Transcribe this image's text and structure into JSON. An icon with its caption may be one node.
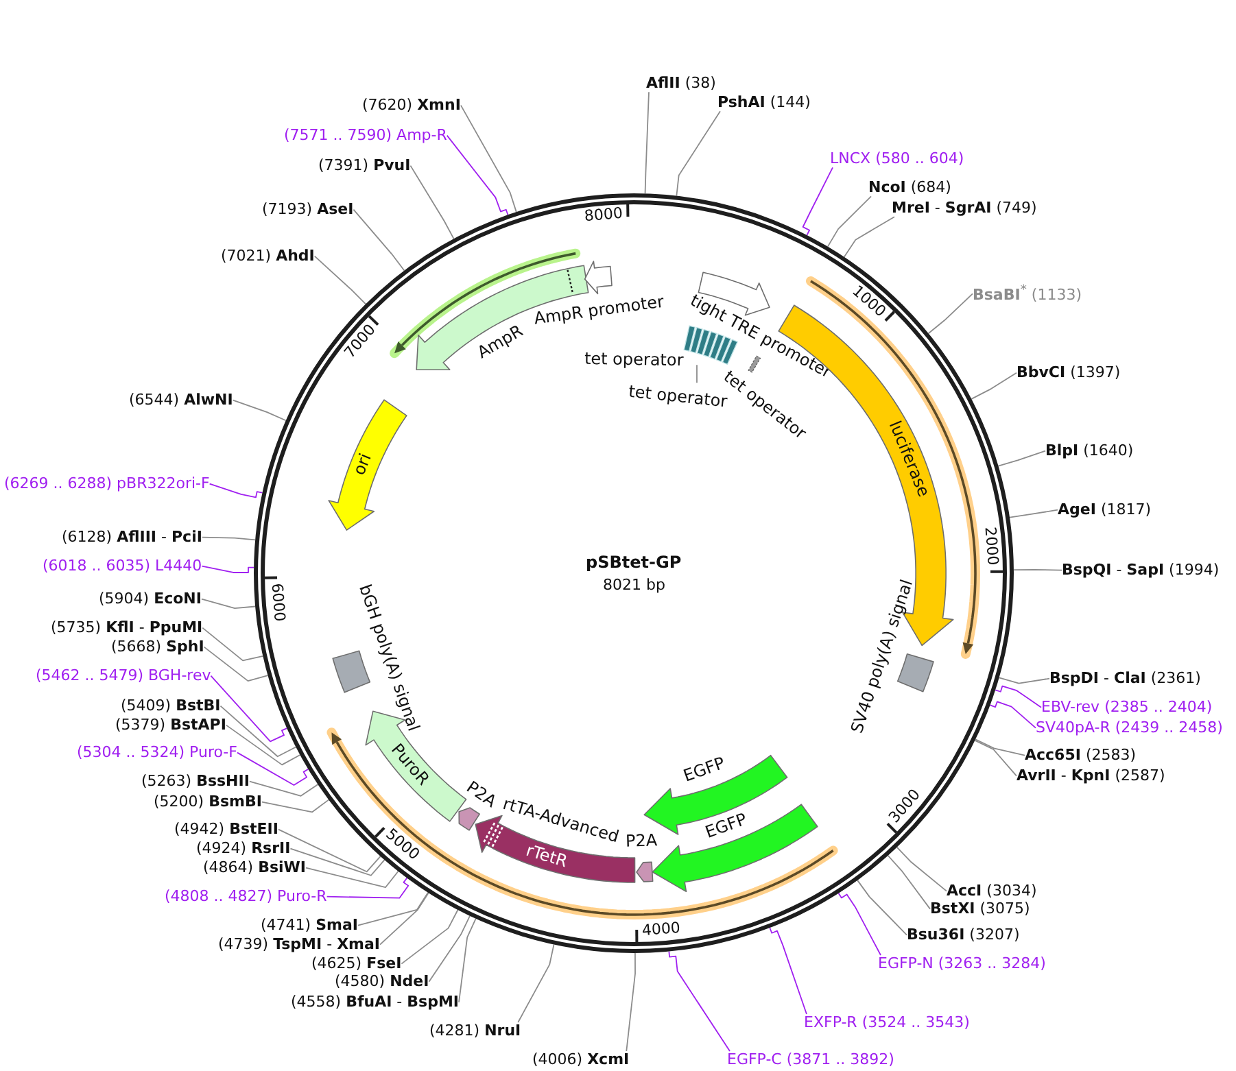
{
  "diagram": {
    "nodes": [
      {
        "text": [
          "pSBtet-GP",
          "8021 bp"
        ]
      },
      {
        "text": [
          "tight TRE promoter"
        ],
        "in": 0
      },
      {
        "text": [],
        "shape": "box",
        "in": 0
      },
      {
        "text": [
          "tet operator"
        ],
        "in": 0
      },
      {
        "text": [],
        "shape": "bar",
        "in": 0
      },
      {
        "text": [
          "luciferase"
        ],
        "in": 0
      },
      {
        "text": [
          "SV40 poly(A) signal"
        ],
        "in": 0
      },
      {
        "text": [
          "EGFP"
        ],
        "in": 0
      },
      {
        "text": [
          "EGFP"
        ],
        "in": 0
      },
      {
        "text": [
          "P2A"
        ],
        "in": 0
      },
      {
        "text": [
          "rtTA-Advanced",
          "rTetR"
        ],
        "in": 0
      },
      {
        "text": [
          "P2A"
        ],
        "in": 0
      },
      {
        "text": [
          "PuroR"
        ],
        "in": 0
      },
      {
        "text": [
          "bGH poly(A) signal"
        ],
        "in": 0
      },
      {
        "text": [
          "ori"
        ],
        "in": 0
      },
      {
        "text": [
          "AmpR"
        ],
        "in": 0
      },
      {
        "text": [
          "AmpR promoter"
        ],
        "in": 0
      },
      {
        "text": [
          "**AflII** (38)"
        ]
      },
      {
        "text": [
          "**PshAI** (144)"
        ]
      },
      {
        "text": [
          "LNCX (580 .. 604)"
        ]
      },
      {
        "text": [
          "**NcoI** (684)"
        ]
      },
      {
        "text": [
          "**MreI** - **SgrAI** (749)"
        ]
      },
      {
        "text": [
          "**BsaBI**$^{*}$ (1133)"
        ]
      },
      {
        "text": [
          "**BbvCI** (1397)"
        ]
      },
      {
        "text": [
          "**BlpI** (1640)"
        ]
      },
      {
        "text": [
          "**AgeI** (1817)"
        ]
      },
      {
        "text": [
          "**BspQI** - **SapI** (1994)"
        ]
      },
      {
        "text": [
          "**BspDI** - **ClaI** (2361)"
        ]
      },
      {
        "text": [
          "EBV-rev (2385 .. 2404)"
        ]
      },
      {
        "text": [
          "SV40pA-R (2439 .. 2458)"
        ]
      },
      {
        "text": [
          "**Acc65I** (2583)"
        ]
      },
      {
        "text": [
          "**AvrII** - **KpnI** (2587)"
        ]
      },
      {
        "text": [
          "**AccI** (3034)"
        ]
      },
      {
        "text": [
          "**BstXI** (3075)"
        ]
      },
      {
        "text": [
          "**Bsu36I** (3207)"
        ]
      },
      {
        "text": [
          "EGFP-N (3263 .. 3284)"
        ]
      },
      {
        "text": [
          "EXFP-R (3524 .. 3543)"
        ]
      },
      {
        "text": [
          "EGFP-C (3871 .. 3892)"
        ]
      },
      {
        "text": [
          "(4006) **XcmI**"
        ]
      },
      {
        "text": [
          "(4281) **NruI**"
        ]
      },
      {
        "text": [
          "(4558) **BfuAI** - **BspMI**"
        ]
      },
      {
        "text": [
          "(4580) **NdeI**"
        ]
      },
      {
        "text": [
          "(4625) **FseI**"
        ]
      },
      {
        "text": [
          "(4739) **TspMI** - **XmaI**"
        ]
      },
      {
        "text": [
          "(4741) **SmaI**"
        ]
      },
      {
        "text": [
          "(4808 .. 4827) Puro-R"
        ]
      },
      {
        "text": [
          "(4864) **BsiWI**"
        ]
      },
      {
        "text": [
          "(4924) **RsrII**"
        ]
      },
      {
        "text": [
          "(4942) **BstEII**"
        ]
      },
      {
        "text": [
          "(5200) **BsmBI**"
        ]
      },
      {
        "text": [
          "(5263) **BssHII**"
        ]
      },
      {
        "text": [
          "(5304 .. 5324) Puro-F"
        ]
      },
      {
        "text": [
          "(5379) **BstAPI**"
        ]
      },
      {
        "text": [
          "(5409) **BstBI**"
        ]
      },
      {
        "text": [
          "(5462 .. 5479) BGH-rev"
        ]
      },
      {
        "text": [
          "(5668) **SphI**"
        ]
      },
      {
        "text": [
          "(5735) **KflI** - **PpuMI**"
        ]
      },
      {
        "text": [
          "(5904) **EcoNI**"
        ]
      },
      {
        "text": [
          "(6018 .. 6035) L4440"
        ]
      },
      {
        "text": [
          "(6128) **AflIII** - **PciI**"
        ]
      },
      {
        "text": [
          "(6269 .. 6288) pBR322ori-F"
        ]
      },
      {
        "text": [
          "(6544) **AlwNI**"
        ]
      },
      {
        "text": [
          "(7021) **AhdI**"
        ]
      },
      {
        "text": [
          "(7193) **AseI**"
        ]
      },
      {
        "text": [
          "(7391) **PvuI**"
        ]
      },
      {
        "text": [
          "(7571 .. 7590) Amp-R"
        ]
      },
      {
        "text": [
          "(7620) **XmnI**"
        ]
      }
    ],
    "edges": [
      {
        "from": 3,
        "to": 2,
        "arrow": "none"
      },
      {
        "from": 17,
        "to": 0,
        "arrow": "none"
      },
      {
        "from": 18,
        "to": 0,
        "arrow": "none"
      },
      {
        "from": 19,
        "to": 0,
        "arrow": "none",
        "color": "#a020f0"
      },
      {
        "from": 20,
        "to": 0,
        "arrow": "none"
      },
      {
        "from": 21,
        "to": 0,
        "arrow": "none"
      },
      {
        "from": 22,
        "to": 0,
        "arrow": "none"
      },
      {
        "from": 23,
        "to": 0,
        "arrow": "none"
      },
      {
        "from": 24,
        "to": 0,
        "arrow": "none"
      },
      {
        "from": 25,
        "to": 0,
        "arrow": "none"
      },
      {
        "from": 26,
        "to": 0,
        "arrow": "none"
      },
      {
        "from": 27,
        "to": 0,
        "arrow": "none"
      },
      {
        "from": 28,
        "to": 0,
        "arrow": "none",
        "color": "#a020f0"
      },
      {
        "from": 29,
        "to": 0,
        "arrow": "none",
        "color": "#a020f0"
      },
      {
        "from": 30,
        "to": 0,
        "arrow": "none"
      },
      {
        "from": 31,
        "to": 0,
        "arrow": "none"
      },
      {
        "from": 32,
        "to": 0,
        "arrow": "none"
      },
      {
        "from": 33,
        "to": 0,
        "arrow": "none"
      },
      {
        "from": 34,
        "to": 0,
        "arrow": "none"
      },
      {
        "from": 35,
        "to": 0,
        "arrow": "none",
        "color": "#a020f0"
      },
      {
        "from": 36,
        "to": 0,
        "arrow": "none",
        "color": "#a020f0"
      },
      {
        "from": 37,
        "to": 0,
        "arrow": "none",
        "color": "#a020f0"
      },
      {
        "from": 38,
        "to": 0,
        "arrow": "none"
      },
      {
        "from": 39,
        "to": 0,
        "arrow": "none"
      },
      {
        "from": 40,
        "to": 0,
        "arrow": "none"
      },
      {
        "from": 41,
        "to": 0,
        "arrow": "none"
      },
      {
        "from": 42,
        "to": 0,
        "arrow": "none"
      },
      {
        "from": 43,
        "to": 0,
        "arrow": "none"
      },
      {
        "from": 44,
        "to": 0,
        "arrow": "none"
      },
      {
        "from": 45,
        "to": 0,
        "arrow": "none",
        "color": "#a020f0"
      },
      {
        "from": 46,
        "to": 0,
        "arrow": "none"
      },
      {
        "from": 47,
        "to": 0,
        "arrow": "none"
      },
      {
        "from": 48,
        "to": 0,
        "arrow": "none"
      },
      {
        "from": 49,
        "to": 0,
        "arrow": "none"
      },
      {
        "from": 50,
        "to": 0,
        "arrow": "none"
      },
      {
        "from": 51,
        "to": 0,
        "arrow": "none",
        "color": "#a020f0"
      },
      {
        "from": 52,
        "to": 0,
        "arrow": "none"
      },
      {
        "from": 53,
        "to": 0,
        "arrow": "none"
      },
      {
        "from": 54,
        "to": 0,
        "arrow": "none",
        "color": "#a020f0"
      },
      {
        "from": 55,
        "to": 0,
        "arrow": "none"
      },
      {
        "from": 56,
        "to": 0,
        "arrow": "none"
      },
      {
        "from": 57,
        "to": 0,
        "arrow": "none"
      },
      {
        "from": 58,
        "to": 0,
        "arrow": "none",
        "color": "#a020f0"
      },
      {
        "from": 59,
        "to": 0,
        "arrow": "none"
      },
      {
        "from": 60,
        "to": 0,
        "arrow": "none",
        "color": "#a020f0"
      },
      {
        "from": 61,
        "to": 0,
        "arrow": "none"
      },
      {
        "from": 62,
        "to": 0,
        "arrow": "none"
      },
      {
        "from": 63,
        "to": 0,
        "arrow": "none"
      },
      {
        "from": 64,
        "to": 0,
        "arrow": "none"
      },
      {
        "from": 65,
        "to": 0,
        "arrow": "none",
        "color": "#a020f0"
      },
      {
        "from": 66,
        "to": 0,
        "arrow": "none"
      }
    ],
    "labels": [
      "8000",
      "1000",
      "2000",
      "3000",
      "4000",
      "5000",
      "6000",
      "7000",
      "tet operator",
      "tet operator"
    ]
  }
}
